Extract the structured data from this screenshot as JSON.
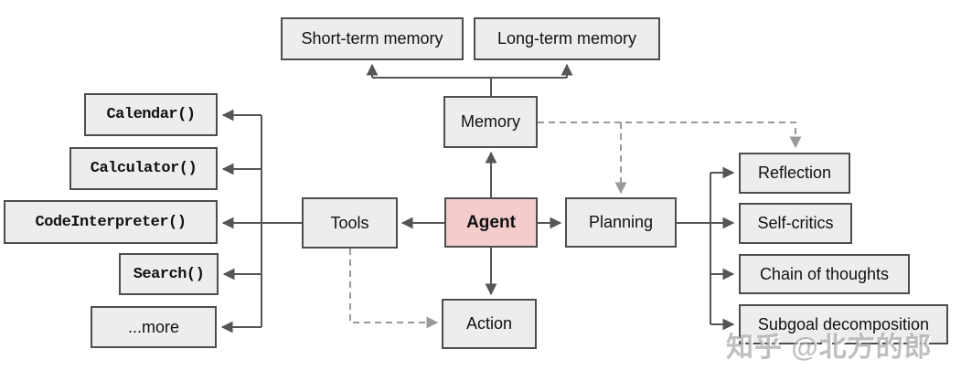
{
  "diagram": {
    "nodes": {
      "agent": "Agent",
      "memory": "Memory",
      "tools": "Tools",
      "planning": "Planning",
      "action": "Action",
      "short_term_memory": "Short-term memory",
      "long_term_memory": "Long-term memory"
    },
    "tool_items": [
      {
        "label": "Calendar()"
      },
      {
        "label": "Calculator()"
      },
      {
        "label": "CodeInterpreter()"
      },
      {
        "label": "Search()"
      },
      {
        "label": "...more"
      }
    ],
    "planning_items": [
      {
        "label": "Reflection"
      },
      {
        "label": "Self-critics"
      },
      {
        "label": "Chain of thoughts"
      },
      {
        "label": "Subgoal decomposition"
      }
    ],
    "colors": {
      "node_fill": "#ededed",
      "node_border": "#4d4d4d",
      "agent_fill": "#f4cccc",
      "solid_line": "#555555",
      "dashed_line": "#999999",
      "watermark_text": "#aaaaaa"
    }
  },
  "watermark": {
    "text": "知乎 @北方的郎"
  }
}
